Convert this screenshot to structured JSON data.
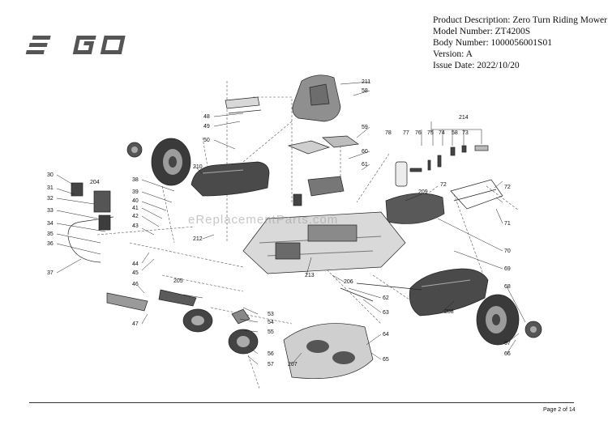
{
  "brand": "EGO",
  "header": {
    "line1": "Product Description: Zero Turn Riding Mower",
    "line2": "Model Number: ZT4200S",
    "line3": "Body Number: 1000056001S01",
    "line4": "Version: A",
    "line5": "Issue Date: 2022/10/20"
  },
  "watermark": "eReplacementParts.com",
  "footer": {
    "page": "Page 2 of 14"
  },
  "callouts": [
    "30",
    "204",
    "31",
    "32",
    "33",
    "34",
    "35",
    "36",
    "37",
    "38",
    "39",
    "40",
    "41",
    "42",
    "43",
    "44",
    "45",
    "46",
    "47",
    "205",
    "210",
    "48",
    "49",
    "50",
    "211",
    "58",
    "59",
    "60",
    "61",
    "78",
    "77",
    "76",
    "75",
    "74",
    "73",
    "214",
    "209",
    "72",
    "71",
    "70",
    "69",
    "68",
    "67",
    "66",
    "208",
    "212",
    "213",
    "206",
    "62",
    "63",
    "64",
    "65",
    "207",
    "53",
    "54",
    "55",
    "56",
    "57"
  ]
}
